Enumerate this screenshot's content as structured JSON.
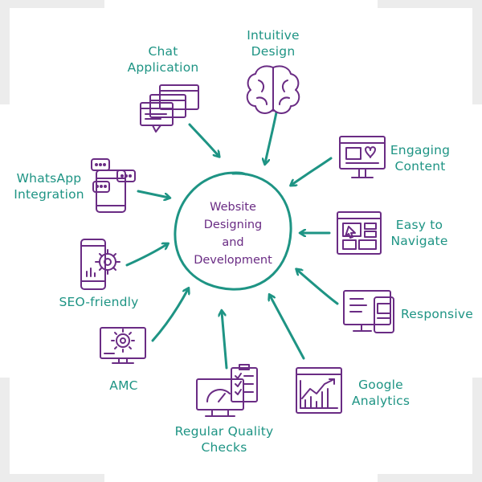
{
  "center": {
    "lines": [
      "Website",
      "Designing",
      "and",
      "Development"
    ]
  },
  "colors": {
    "teal": "#1e9484",
    "purple": "#6a2c84",
    "frame": "#ececec"
  },
  "nodes": {
    "chat": {
      "lines": [
        "Chat",
        "Application"
      ],
      "icon": "chat-windows-icon"
    },
    "intuitive": {
      "lines": [
        "Intuitive",
        "Design"
      ],
      "icon": "brain-icon"
    },
    "engaging": {
      "lines": [
        "Engaging",
        "Content"
      ],
      "icon": "monitor-heart-icon"
    },
    "easy": {
      "lines": [
        "Easy to",
        "Navigate"
      ],
      "icon": "browser-layout-icon"
    },
    "responsive": {
      "lines": [
        "Responsive"
      ],
      "icon": "multi-device-icon"
    },
    "google": {
      "lines": [
        "Google",
        "Analytics"
      ],
      "icon": "analytics-chart-icon"
    },
    "quality": {
      "lines": [
        "Regular Quality",
        "Checks"
      ],
      "icon": "gauge-checklist-icon"
    },
    "amc": {
      "lines": [
        "AMC"
      ],
      "icon": "monitor-gear-icon"
    },
    "seo": {
      "lines": [
        "SEO-friendly"
      ],
      "icon": "phone-gear-icon"
    },
    "whatsapp": {
      "lines": [
        "WhatsApp",
        "Integration"
      ],
      "icon": "phone-chat-icon"
    }
  }
}
